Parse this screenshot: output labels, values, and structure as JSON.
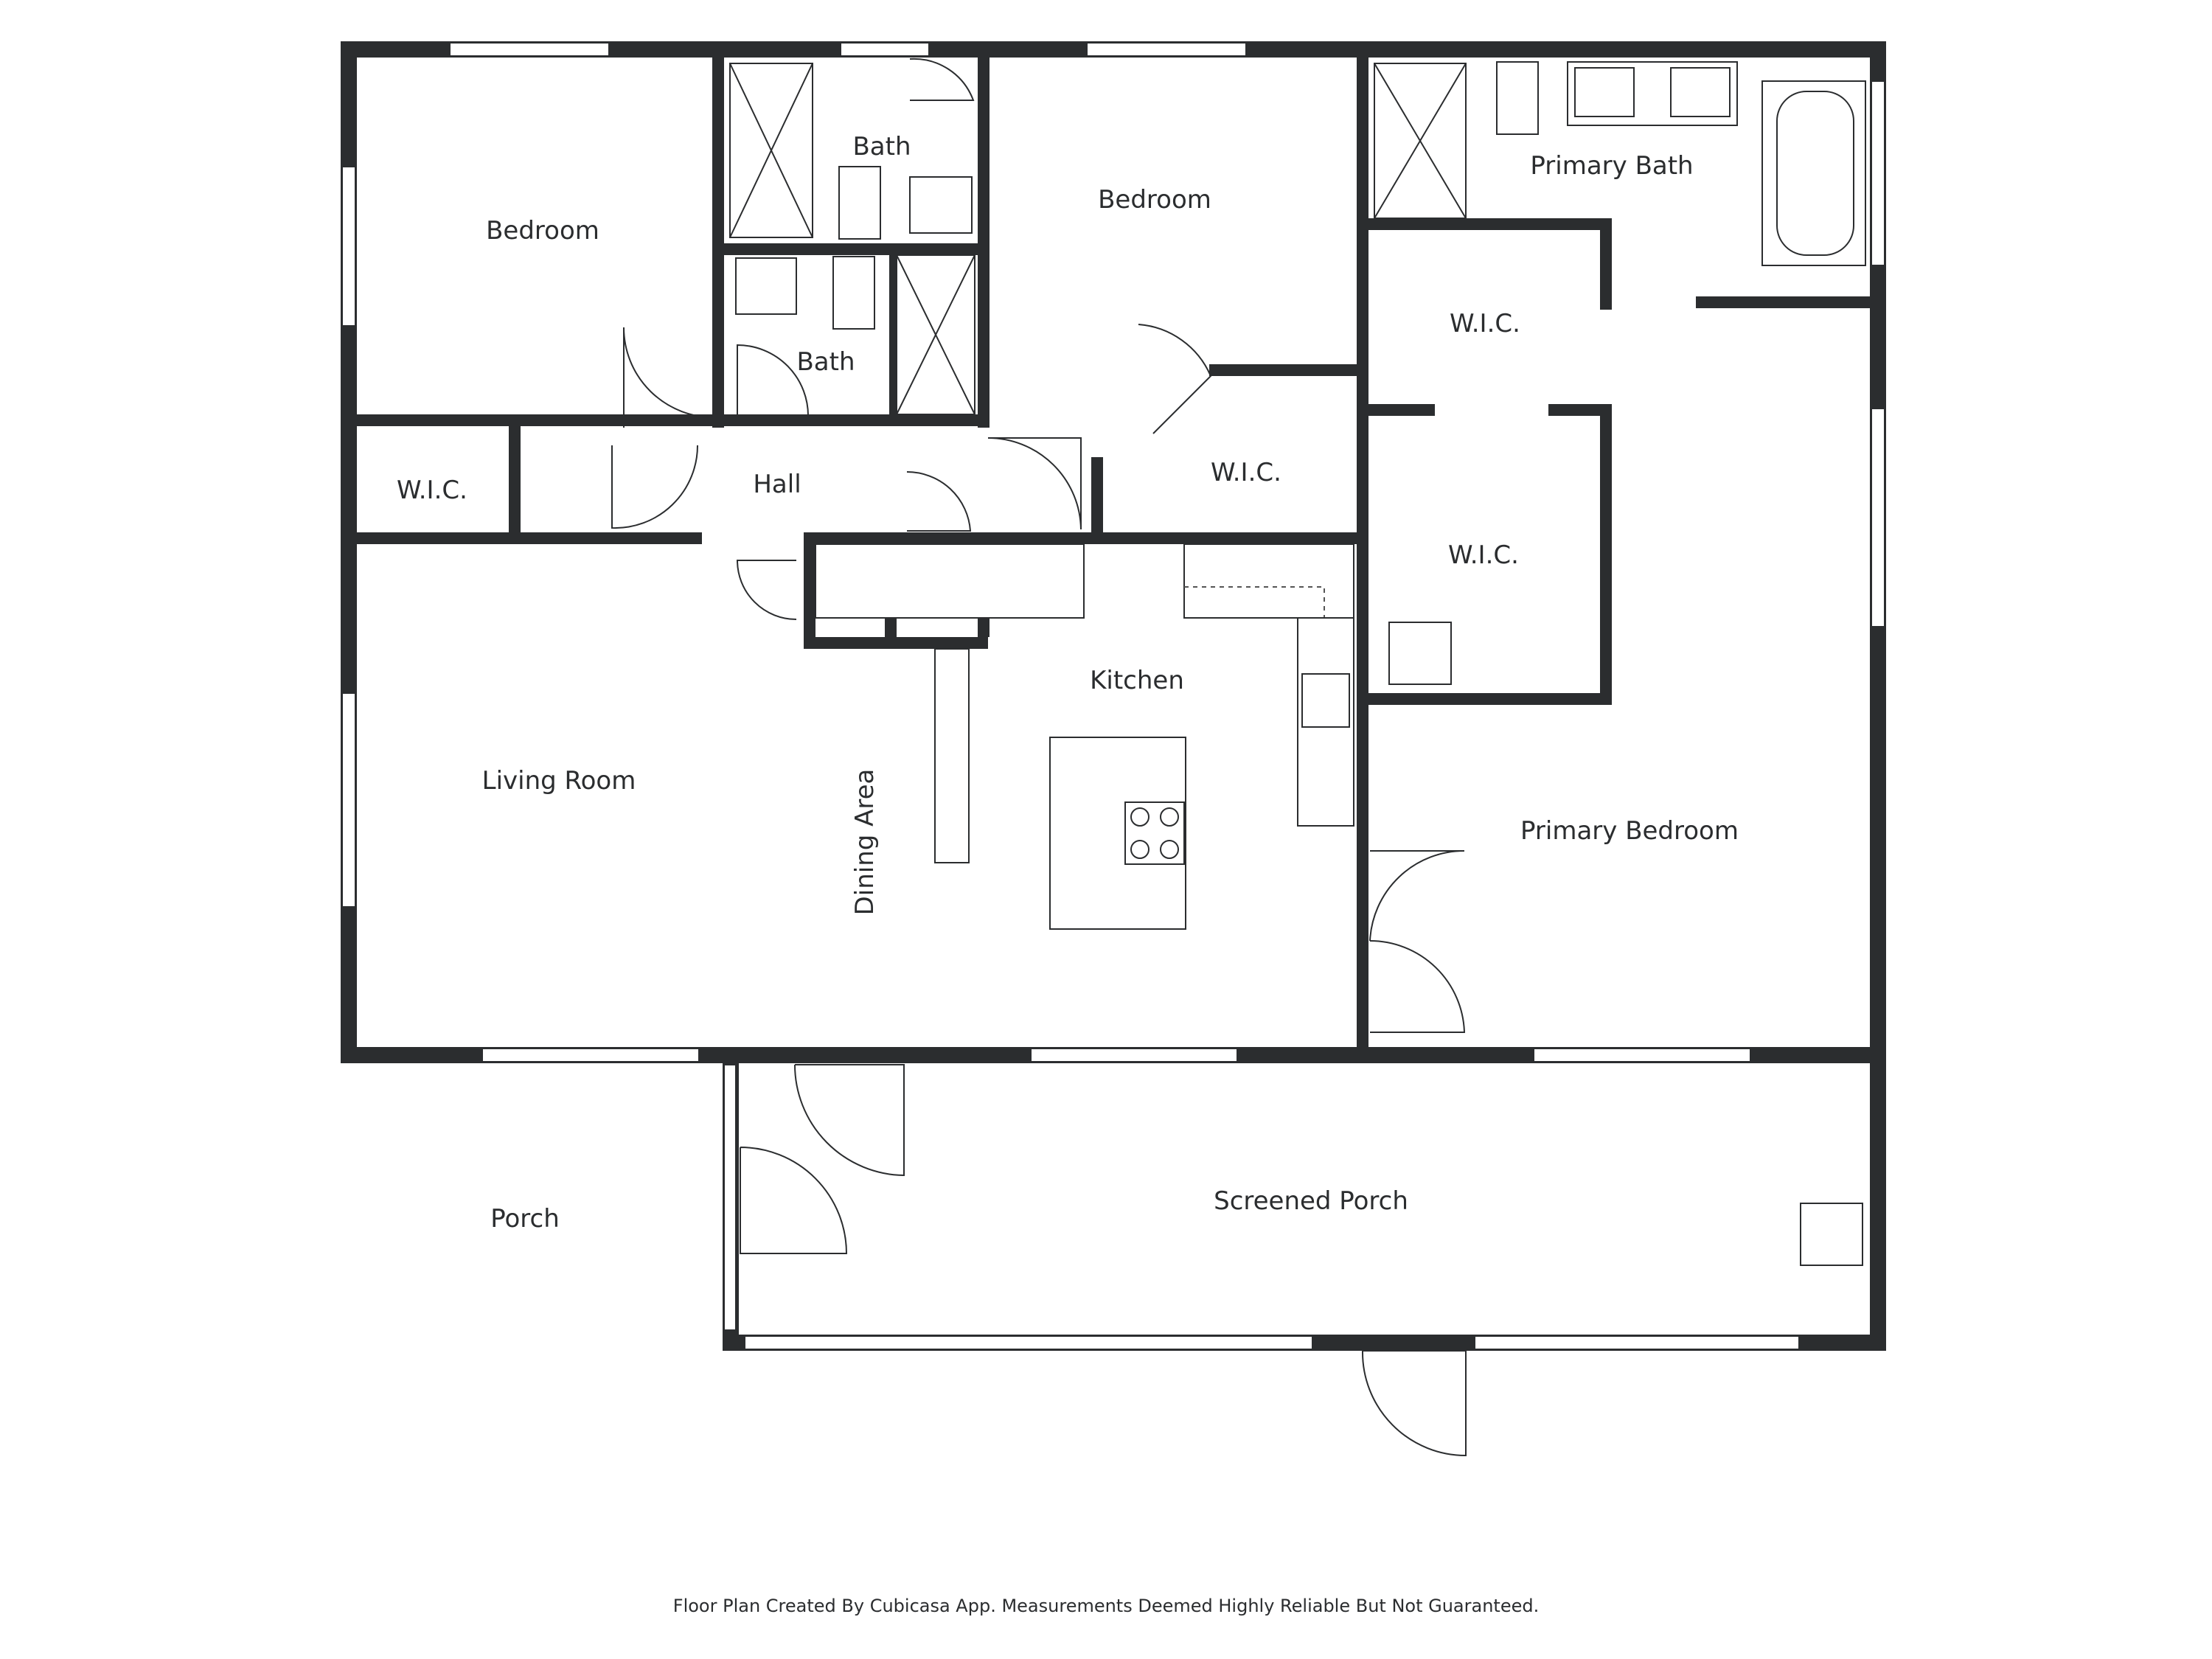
{
  "rooms": {
    "bedroom_1": "Bedroom",
    "bath_1": "Bath",
    "bath_2": "Bath",
    "bedroom_2": "Bedroom",
    "primary_bath": "Primary Bath",
    "wic_1": "W.I.C.",
    "wic_2": "W.I.C.",
    "wic_3": "W.I.C.",
    "wic_4": "W.I.C.",
    "hall": "Hall",
    "kitchen": "Kitchen",
    "living_room": "Living Room",
    "dining_area": "Dining Area",
    "primary_bedroom": "Primary Bedroom",
    "porch": "Porch",
    "screened_porch": "Screened Porch"
  },
  "footer": "Floor Plan Created By Cubicasa App. Measurements Deemed Highly Reliable But Not Guaranteed.",
  "colors": {
    "wall": "#2b2d2f",
    "background": "#ffffff"
  }
}
